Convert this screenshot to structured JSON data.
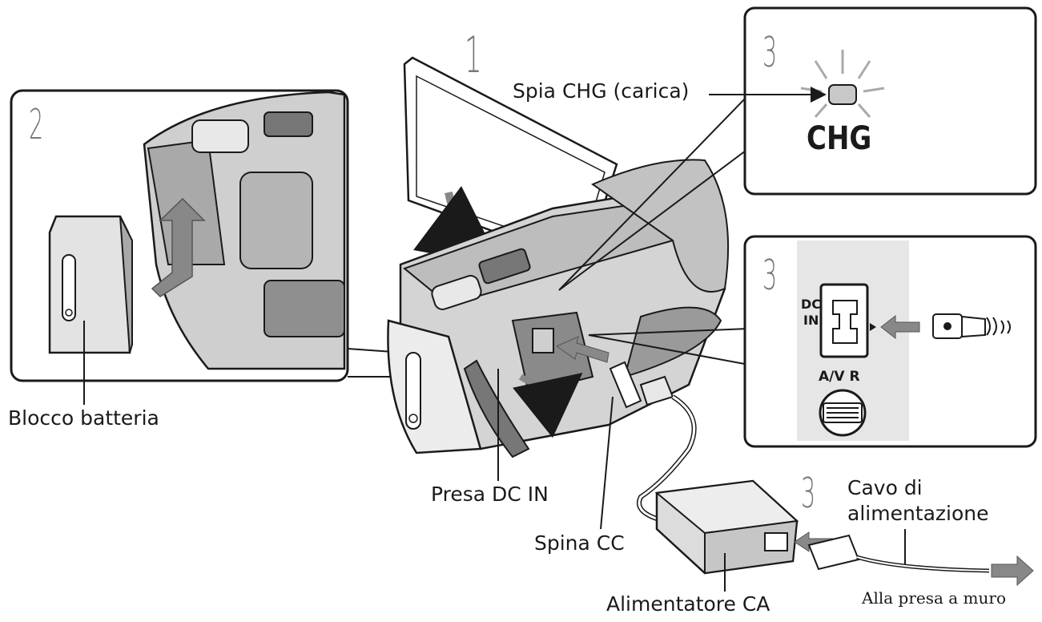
{
  "steps": {
    "main": "1",
    "battery_panel": "2",
    "chg_panel": "3",
    "dcin_panel": "3",
    "adapter": "3"
  },
  "labels": {
    "battery_pack": "Blocco batteria",
    "chg_lamp": "Spia CHG (carica)",
    "dc_in_jack": "Presa DC IN",
    "dc_plug": "Spina CC",
    "ac_adaptor": "Alimentatore CA",
    "power_cord_line1": "Cavo di",
    "power_cord_line2": "alimentazione",
    "wall_outlet": "Alla presa a muro"
  },
  "panel_text": {
    "chg": "CHG",
    "dc": "DC",
    "in": "IN",
    "av_r": "A/V R"
  },
  "colors": {
    "line": "#1a1a1a",
    "body_fill": "#d6d6d6",
    "shade": "#9a9a9a",
    "dark": "#555555",
    "panel_bg": "#e6e6e6",
    "step_gray": "#777777"
  }
}
